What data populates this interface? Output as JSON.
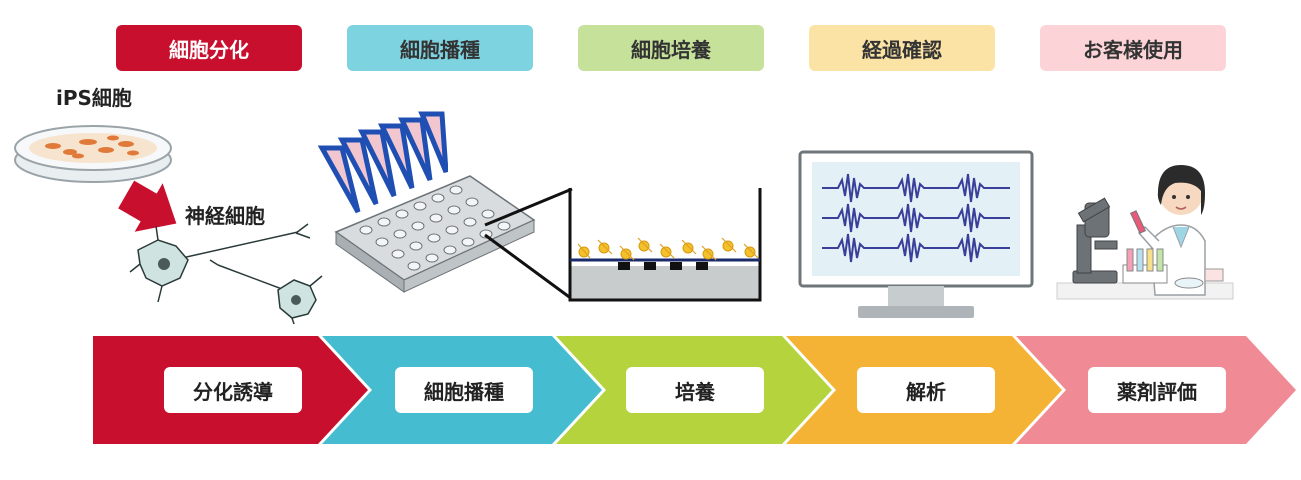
{
  "top_tags": [
    {
      "label": "細胞分化",
      "bg": "#c8102e",
      "color": "#ffffff"
    },
    {
      "label": "細胞播種",
      "bg": "#7dd3e0",
      "color": "#333333"
    },
    {
      "label": "細胞培養",
      "bg": "#c5e19a",
      "color": "#333333"
    },
    {
      "label": "経過確認",
      "bg": "#fbe3a6",
      "color": "#333333"
    },
    {
      "label": "お客様使用",
      "bg": "#fcd4d8",
      "color": "#333333"
    }
  ],
  "cell_labels": {
    "ips": "iPS細胞",
    "neuron": "神経細胞"
  },
  "stages": [
    {
      "label": "分化誘導",
      "color": "#c8102e"
    },
    {
      "label": "細胞播種",
      "color": "#45bcd0"
    },
    {
      "label": "培養",
      "color": "#b5d33d"
    },
    {
      "label": "解析",
      "color": "#f5b335"
    },
    {
      "label": "薬剤評価",
      "color": "#f08a94"
    }
  ],
  "icons": {
    "petri_dish": "petri-dish-icon",
    "red_arrow": "red-arrow-icon",
    "neuron": "neuron-icon",
    "pipette": "multichannel-pipette-icon",
    "well_plate": "well-plate-icon",
    "culture_well": "culture-well-icon",
    "monitor": "monitor-icon",
    "scientist": "scientist-icon"
  }
}
